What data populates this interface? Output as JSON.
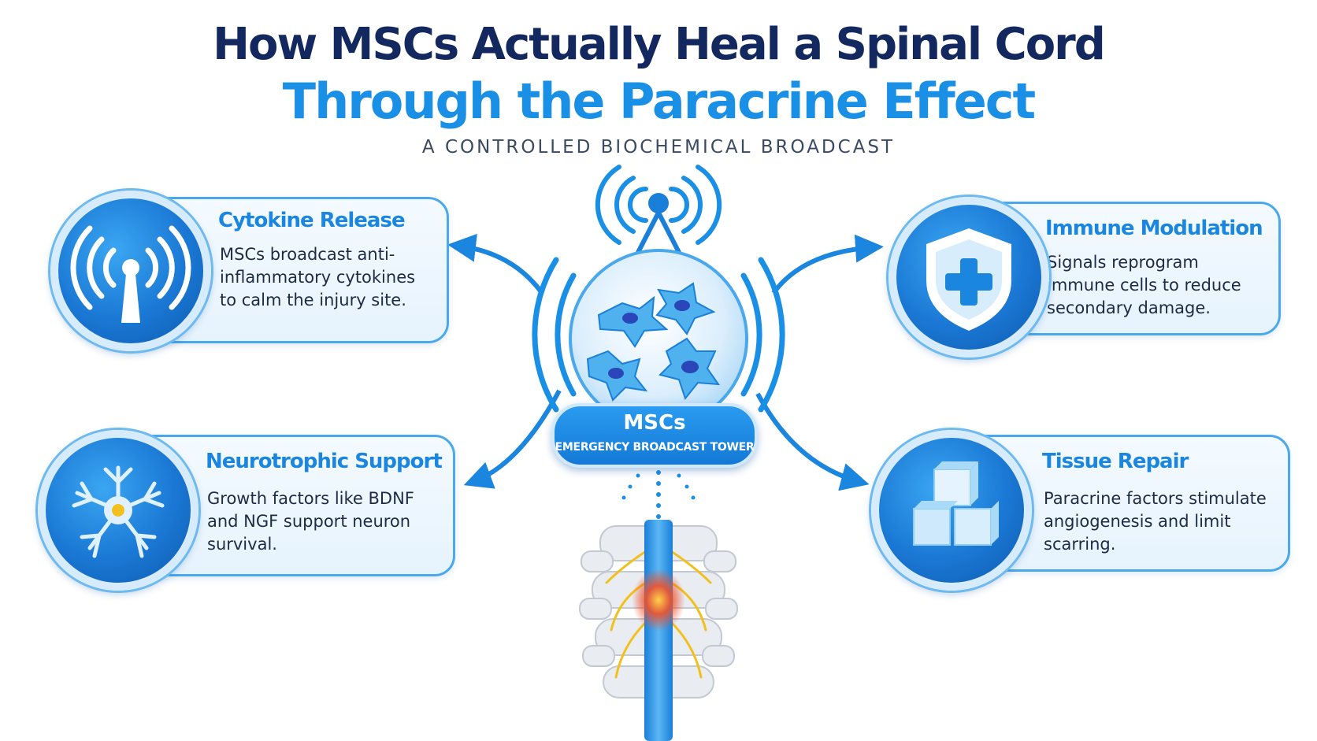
{
  "header": {
    "title_line1": "How MSCs Actually Heal a Spinal Cord",
    "title_line2": "Through the Paracrine Effect",
    "subtitle": "A CONTROLLED BIOCHEMICAL BROADCAST"
  },
  "center": {
    "label": "MSCs",
    "sublabel": "EMERGENCY BROADCAST TOWER"
  },
  "cards": [
    {
      "title": "Cytokine Release",
      "text": "MSCs broadcast anti-inflammatory cytokines to calm the injury site.",
      "icon": "broadcast-tower-icon"
    },
    {
      "title": "Immune Modulation",
      "text": "Signals reprogram immune cells to reduce secondary damage.",
      "icon": "shield-plus-icon"
    },
    {
      "title": "Neurotrophic Support",
      "text": "Growth factors like BDNF and NGF support neuron survival.",
      "icon": "neuron-icon"
    },
    {
      "title": "Tissue Repair",
      "text": "Paracrine factors stimulate angiogenesis and limit scarring.",
      "icon": "cubes-icon"
    }
  ],
  "colors": {
    "title_dark": "#12285e",
    "accent_blue": "#1a8fe6",
    "card_border": "#4aa8ec",
    "injury_red": "#f0502a",
    "nerve_yellow": "#f2c01e"
  }
}
